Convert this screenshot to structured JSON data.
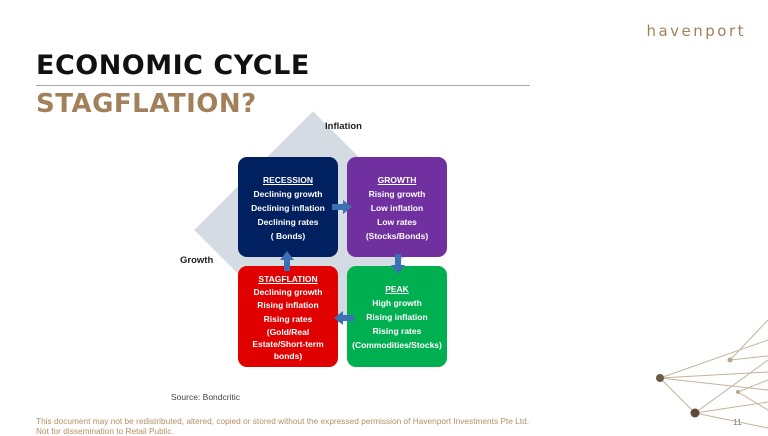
{
  "brand": {
    "logo_text": "havenport"
  },
  "slide": {
    "title": "ECONOMIC CYCLE",
    "subtitle": "STAGFLATION?"
  },
  "diagram": {
    "axis_vertical": "Inflation",
    "axis_horizontal": "Growth",
    "quadrants": {
      "recession": {
        "heading": "RECESSION",
        "lines": [
          "Declining growth",
          "Declining inflation",
          "Declining rates",
          "( Bonds)"
        ],
        "color": "#002060"
      },
      "growth": {
        "heading": "GROWTH",
        "lines": [
          "Rising growth",
          "Low inflation",
          "Low rates",
          "(Stocks/Bonds)"
        ],
        "color": "#7030a0"
      },
      "stagflation": {
        "heading": "STAGFLATION",
        "lines": [
          "Declining growth",
          "Rising inflation",
          "Rising rates",
          "(Gold/Real",
          "Estate/Short-term",
          "bonds)"
        ],
        "color": "#e00000"
      },
      "peak": {
        "heading": "PEAK",
        "lines": [
          "High growth",
          "Rising inflation",
          "Rising rates",
          "(Commodities/Stocks)"
        ],
        "color": "#00b050"
      }
    },
    "arrow_color": "#3d6fb3"
  },
  "footer": {
    "source": "Source: Bondcritic",
    "disclaimer_line1": "This document may not be redistributed, altered, copied or stored without the expressed permission of Havenport Investments Pte Ltd.",
    "disclaimer_line2": "Not for dissemination to Retail Public.",
    "page_number": "11"
  },
  "colors": {
    "accent": "#a1805a",
    "footer_text": "#b58f63"
  }
}
